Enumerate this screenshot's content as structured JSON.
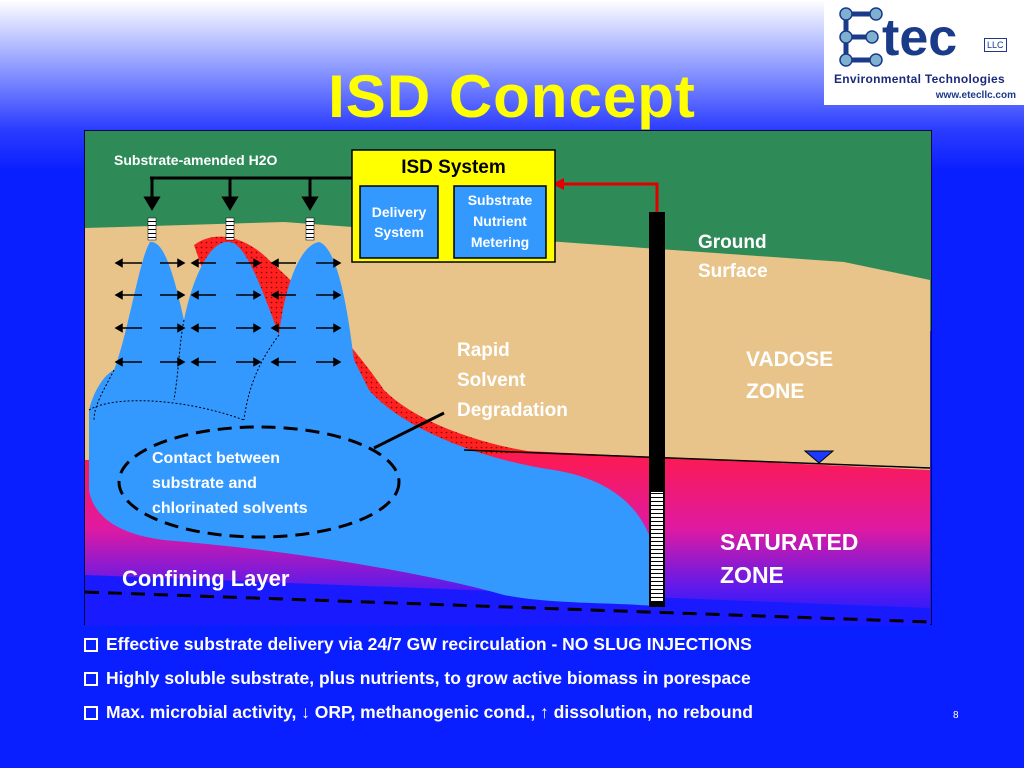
{
  "slide": {
    "title": "ISD Concept",
    "page_number": "8"
  },
  "logo": {
    "brand": "tec",
    "llc": "LLC",
    "subtitle": "Environmental Technologies",
    "url": "www.etecllc.com"
  },
  "diagram": {
    "substrate_label": "Substrate-amended H2O",
    "isd_title": "ISD System",
    "delivery_label": [
      "Delivery",
      "System"
    ],
    "metering_label": [
      "Substrate",
      "Nutrient",
      "Metering"
    ],
    "ground_surface": [
      "Ground",
      "Surface"
    ],
    "vadose_zone": [
      "VADOSE",
      "ZONE"
    ],
    "rapid_degradation": [
      "Rapid",
      "Solvent",
      "Degradation"
    ],
    "contact_label": [
      "Contact between",
      "substrate and",
      "chlorinated solvents"
    ],
    "saturated_zone": [
      "SATURATED",
      "ZONE"
    ],
    "confining_layer": "Confining Layer"
  },
  "bullets": [
    "Effective substrate delivery via 24/7 GW recirculation - NO SLUG INJECTIONS",
    "Highly soluble substrate, plus nutrients, to grow active biomass in porespace",
    "Max. microbial activity, ↓ ORP, methanogenic cond., ↑ dissolution, no rebound"
  ],
  "colors": {
    "title": "#ffff00",
    "background_blue": "#0a1fff",
    "ground": "#2e8b57",
    "vadose": "#e8c48a",
    "saturated_top": "#ff1a4a",
    "plume": "#3399ff",
    "isd_box": "#ffff00"
  }
}
